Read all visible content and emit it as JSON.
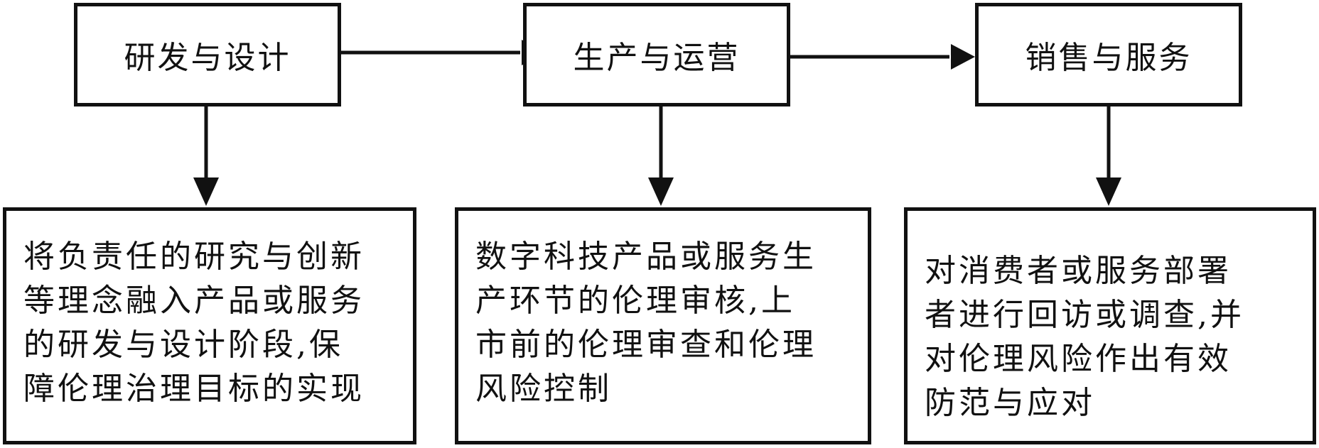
{
  "stages": [
    {
      "label": "研发与设计"
    },
    {
      "label": "生产与运营"
    },
    {
      "label": "销售与服务"
    }
  ],
  "details": [
    {
      "lines": [
        "将负责任的研究与创新",
        "等理念融入产品或服务",
        "的研发与设计阶段,保",
        "障伦理治理目标的实现"
      ]
    },
    {
      "lines": [
        "数字科技产品或服务生",
        "产环节的伦理审核,上",
        "市前的伦理审查和伦理",
        "风险控制"
      ]
    },
    {
      "lines": [
        "对消费者或服务部署",
        "者进行回访或调查,并",
        "对伦理风险作出有效",
        "防范与应对"
      ]
    }
  ],
  "colors": {
    "stroke": "#111111",
    "background": "#ffffff"
  }
}
